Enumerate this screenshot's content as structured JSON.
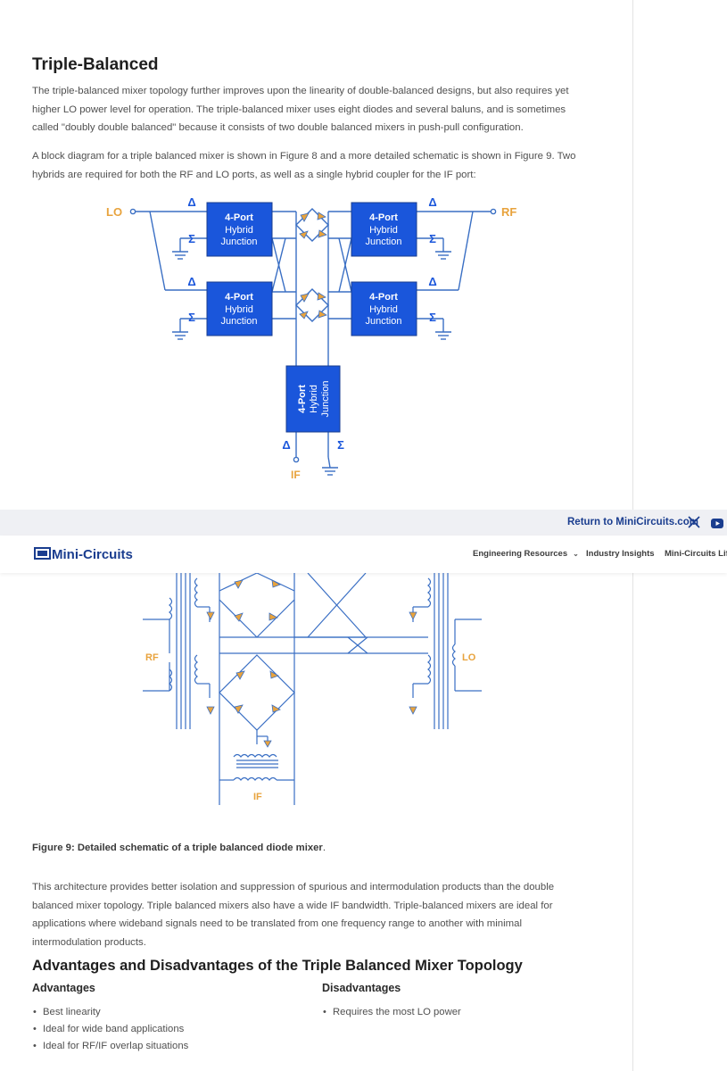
{
  "article": {
    "heading_triple": "Triple-Balanced",
    "para1": "The triple-balanced mixer topology further improves upon the linearity of double-balanced designs, but also requires yet higher LO power level for operation. The triple-balanced mixer uses eight diodes and several baluns, and is sometimes called \"doubly double balanced\" because it consists of two double balanced mixers in push-pull configuration.",
    "para2": "A block diagram for a triple balanced mixer is shown in Figure 8 and a more detailed schematic is shown in Figure 9. Two hybrids are required for both the RF and LO ports, as well as a single hybrid coupler for the IF port:",
    "caption_bold": "Figure 9: Detailed schematic of a triple balanced diode mixer",
    "caption_end": ".",
    "para3": "This architecture provides better isolation and suppression of spurious and intermodulation products than the double balanced mixer topology. Triple balanced mixers also have a wide IF bandwidth. Triple-balanced mixers are ideal for applications where wideband signals need to be translated from one frequency range to another with minimal intermodulation products.",
    "heading_adv": "Advantages and Disadvantages of the Triple Balanced Mixer Topology",
    "advantages_title": "Advantages",
    "disadvantages_title": "Disadvantages",
    "advantages": [
      "Best linearity",
      "Ideal for wide band applications",
      "Ideal for RF/IF overlap situations"
    ],
    "disadvantages": [
      "Requires the most LO power"
    ]
  },
  "figure8": {
    "lo_label": "LO",
    "rf_label": "RF",
    "if_label": "IF",
    "delta": "Δ",
    "sigma": "Σ",
    "hybrid_line1": "4-Port",
    "hybrid_line2": "Hybrid",
    "hybrid_line3": "Junction"
  },
  "figure9": {
    "rf_label": "RF",
    "lo_label": "LO",
    "if_label": "IF"
  },
  "topbar": {
    "return_link": "Return to MiniCircuits.com",
    "x_icon": "x-logo-icon",
    "yt_icon": "youtube-icon"
  },
  "navbar": {
    "logo_text": "Mini-Circuits",
    "items": [
      "Engineering Resources",
      "Industry Insights",
      "Mini-Circuits Life"
    ]
  },
  "colors": {
    "accent_blue": "#1a56db",
    "orange": "#e8a33d",
    "line_blue": "#3a6fc4",
    "brand_navy": "#1a3d8f"
  }
}
